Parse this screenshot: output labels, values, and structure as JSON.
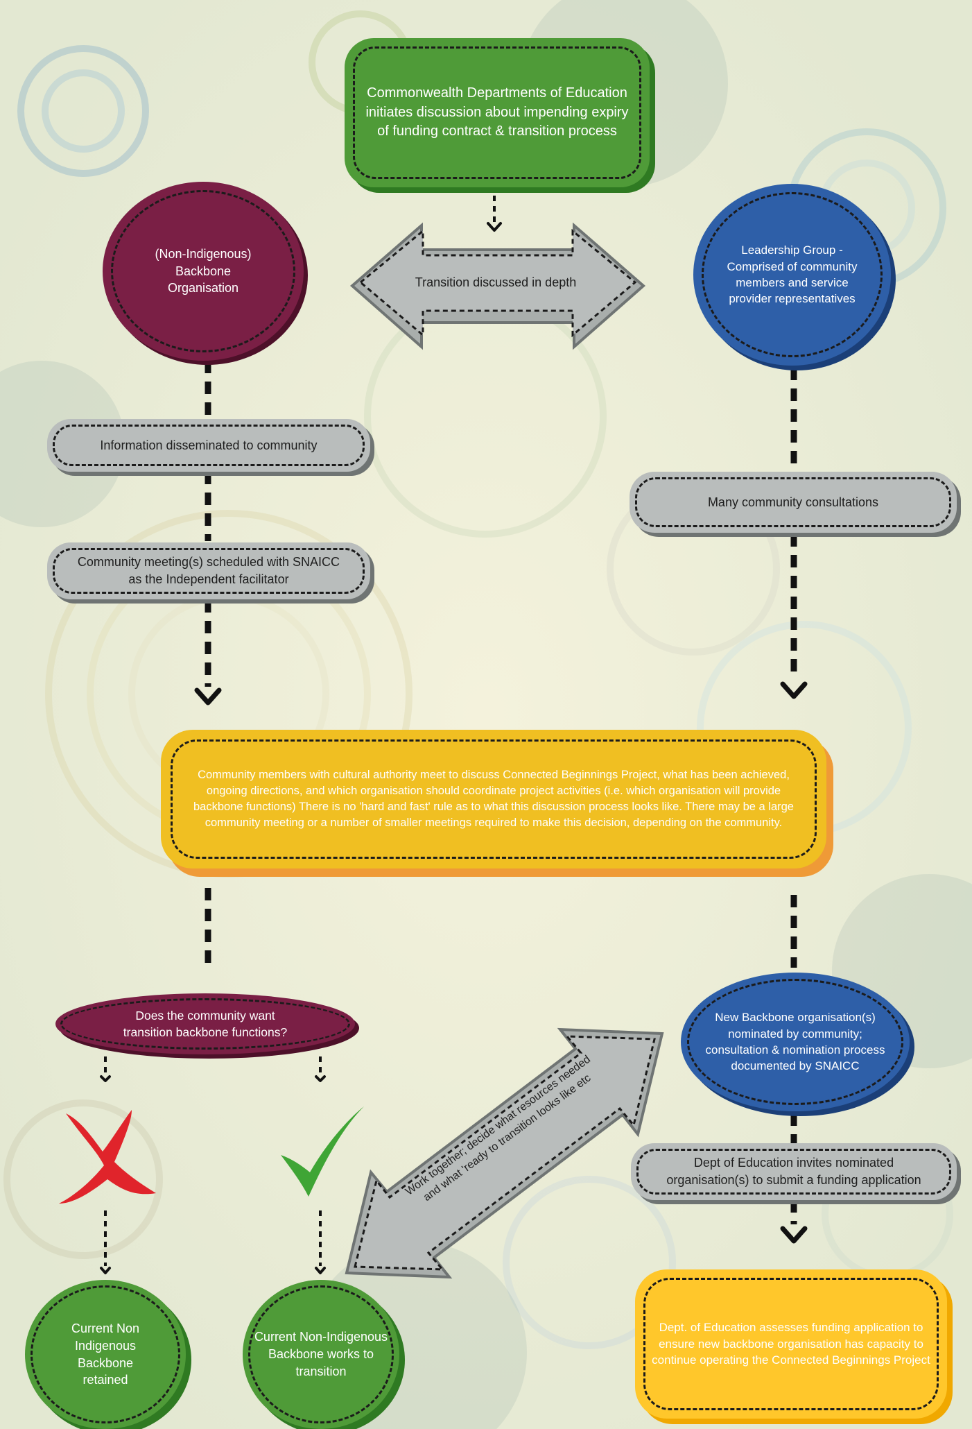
{
  "nodes": {
    "commonwealth": "Commonwealth Departments of Education initiates discussion about impending expiry of funding contract & transition process",
    "backbone_org": "(Non-Indigenous) Backbone Organisation",
    "transition_discussed": "Transition discussed in depth",
    "leadership_group": "Leadership Group - Comprised of community members and service provider representatives",
    "info_disseminated": "Information disseminated to community",
    "community_meetings": "Community meeting(s) scheduled with SNAICC as the Independent facilitator",
    "many_consultations": "Many community consultations",
    "cultural_authority": "Community members with cultural authority meet to discuss Connected Beginnings Project, what has been achieved, ongoing directions, and which organisation should coordinate project activities (i.e. which organisation will provide backbone functions)  There is no 'hard and fast' rule as to what this discussion process looks like.  There may be a large community meeting or a number of smaller meetings required to make this decision, depending on the community.",
    "does_community_want": "Does the community want transition backbone functions?",
    "new_backbone": "New Backbone organisation(s) nominated by community; consultation & nomination process documented by SNAICC",
    "work_together": "Work together; decide what resources needed and what 'ready to transition looks like  etc",
    "dept_invites": "Dept of Education invites nominated organisation(s) to submit a funding application",
    "current_retained": "Current Non Indigenous Backbone retained",
    "current_transition": "Current Non-Indigenous Backbone works to transition",
    "dept_assesses": "Dept. of Education assesses funding application to ensure new backbone organisation has capacity to continue operating the Connected Beginnings Project"
  },
  "colors": {
    "green": "#4f9b38",
    "maroon": "#7a1f45",
    "blue": "#2e5fa8",
    "grey": "#b9bdbc",
    "yellow": "#f0bf22",
    "orange": "#ef9a37",
    "cross_red": "#e0242b",
    "tick_green": "#3fa535"
  },
  "icons": [
    "cross-icon",
    "check-icon"
  ]
}
